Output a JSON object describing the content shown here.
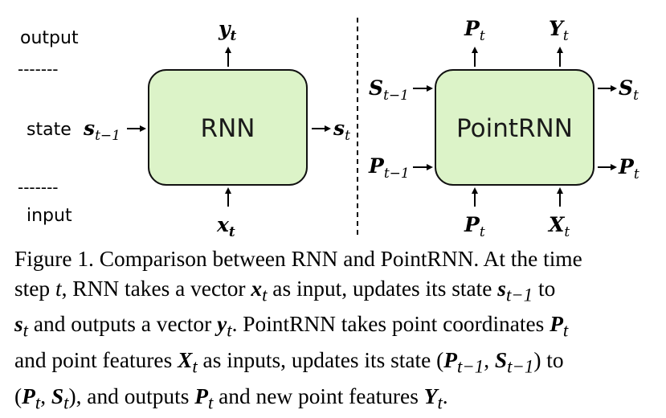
{
  "diagram": {
    "row_labels": {
      "output": "output",
      "state": "state",
      "input": "input"
    },
    "row_divider": "-------",
    "rnn": {
      "box_label": "RNN",
      "output": "y",
      "output_sub": "t",
      "input": "x",
      "input_sub": "t",
      "state_in": "s",
      "state_in_sub": "t−1",
      "state_out": "s",
      "state_out_sub": "t"
    },
    "pointrnn": {
      "box_label": "PointRNN",
      "top_left": "P",
      "top_left_sub": "t",
      "top_right": "Y",
      "top_right_sub": "t",
      "left_top": "S",
      "left_top_sub": "t−1",
      "left_bottom": "P",
      "left_bottom_sub": "t−1",
      "right_top": "S",
      "right_top_sub": "t",
      "right_bottom": "P",
      "right_bottom_sub": "t",
      "bottom_left": "P",
      "bottom_left_sub": "t",
      "bottom_right": "X",
      "bottom_right_sub": "t"
    },
    "colors": {
      "box_fill": "#dcf3c8",
      "box_stroke": "#111111"
    }
  },
  "caption": {
    "l1_a": "Figure 1. Comparison between RNN and PointRNN. At the time",
    "l2_a": "step ",
    "l2_t": "t",
    "l2_b": ", RNN takes a vector ",
    "l2_x": "x",
    "l2_xs": "t",
    "l2_c": " as input, updates its state ",
    "l2_s": "s",
    "l2_ss": "t−1",
    "l2_d": " to",
    "l3_s": "s",
    "l3_ss": "t",
    "l3_a": " and outputs a vector ",
    "l3_y": "y",
    "l3_ys": "t",
    "l3_b": ". PointRNN takes point coordinates ",
    "l3_p": "P",
    "l3_ps": "t",
    "l4_a": "and point features ",
    "l4_x": "X",
    "l4_xs": "t",
    "l4_b": " as inputs, updates its state (",
    "l4_p": "P",
    "l4_ps": "t−1",
    "l4_comma": ", ",
    "l4_s": "S",
    "l4_ss": "t−1",
    "l4_c": ") to",
    "l5_open": "(",
    "l5_p": "P",
    "l5_ps": "t",
    "l5_comma": ", ",
    "l5_s": "S",
    "l5_ss": "t",
    "l5_a": "), and outputs ",
    "l5_p2": "P",
    "l5_p2s": "t",
    "l5_b": " and new point features ",
    "l5_y": "Y",
    "l5_ys": "t",
    "l5_c": "."
  }
}
